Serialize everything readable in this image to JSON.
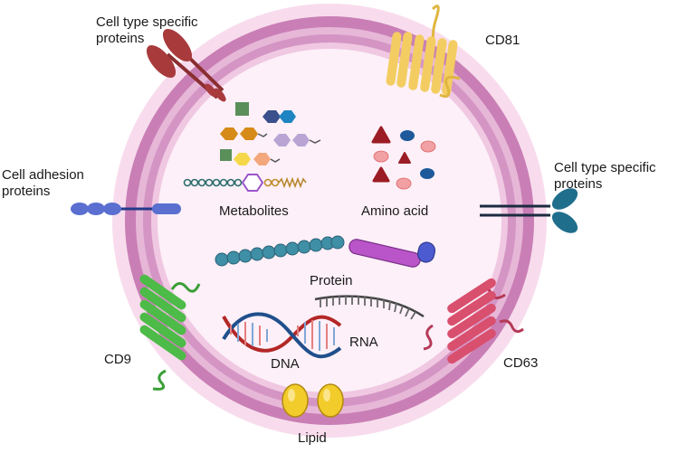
{
  "labels": {
    "cell_type_specific_top_line1": "Cell type specific",
    "cell_type_specific_top_line2": "proteins",
    "cd81": "CD81",
    "cell_adhesion_line1": "Cell adhesion",
    "cell_adhesion_line2": "proteins",
    "cell_type_specific_right_line1": "Cell type specific",
    "cell_type_specific_right_line2": "proteins",
    "metabolites": "Metabolites",
    "amino_acid": "Amino acid",
    "protein": "Protein",
    "cd9": "CD9",
    "rna": "RNA",
    "dna": "DNA",
    "cd63": "CD63",
    "lipid": "Lipid"
  },
  "colors": {
    "membrane_outer": "#f8dced",
    "membrane_band": "#c97fb5",
    "membrane_mid": "#e7b7d8",
    "lumen": "#fdf0f8",
    "cd81": "#f3cd62",
    "cd9": "#4cbb47",
    "cd63": "#d94f6e",
    "cell_type_protein": "#a83a3c",
    "cell_type_protein_right": "#1f6e8c",
    "adhesion_protein": "#5a6fd0",
    "protein_beads": "#3f8fa6",
    "protein_rod": "#b955c9",
    "lipid": "#f2cc2b"
  }
}
